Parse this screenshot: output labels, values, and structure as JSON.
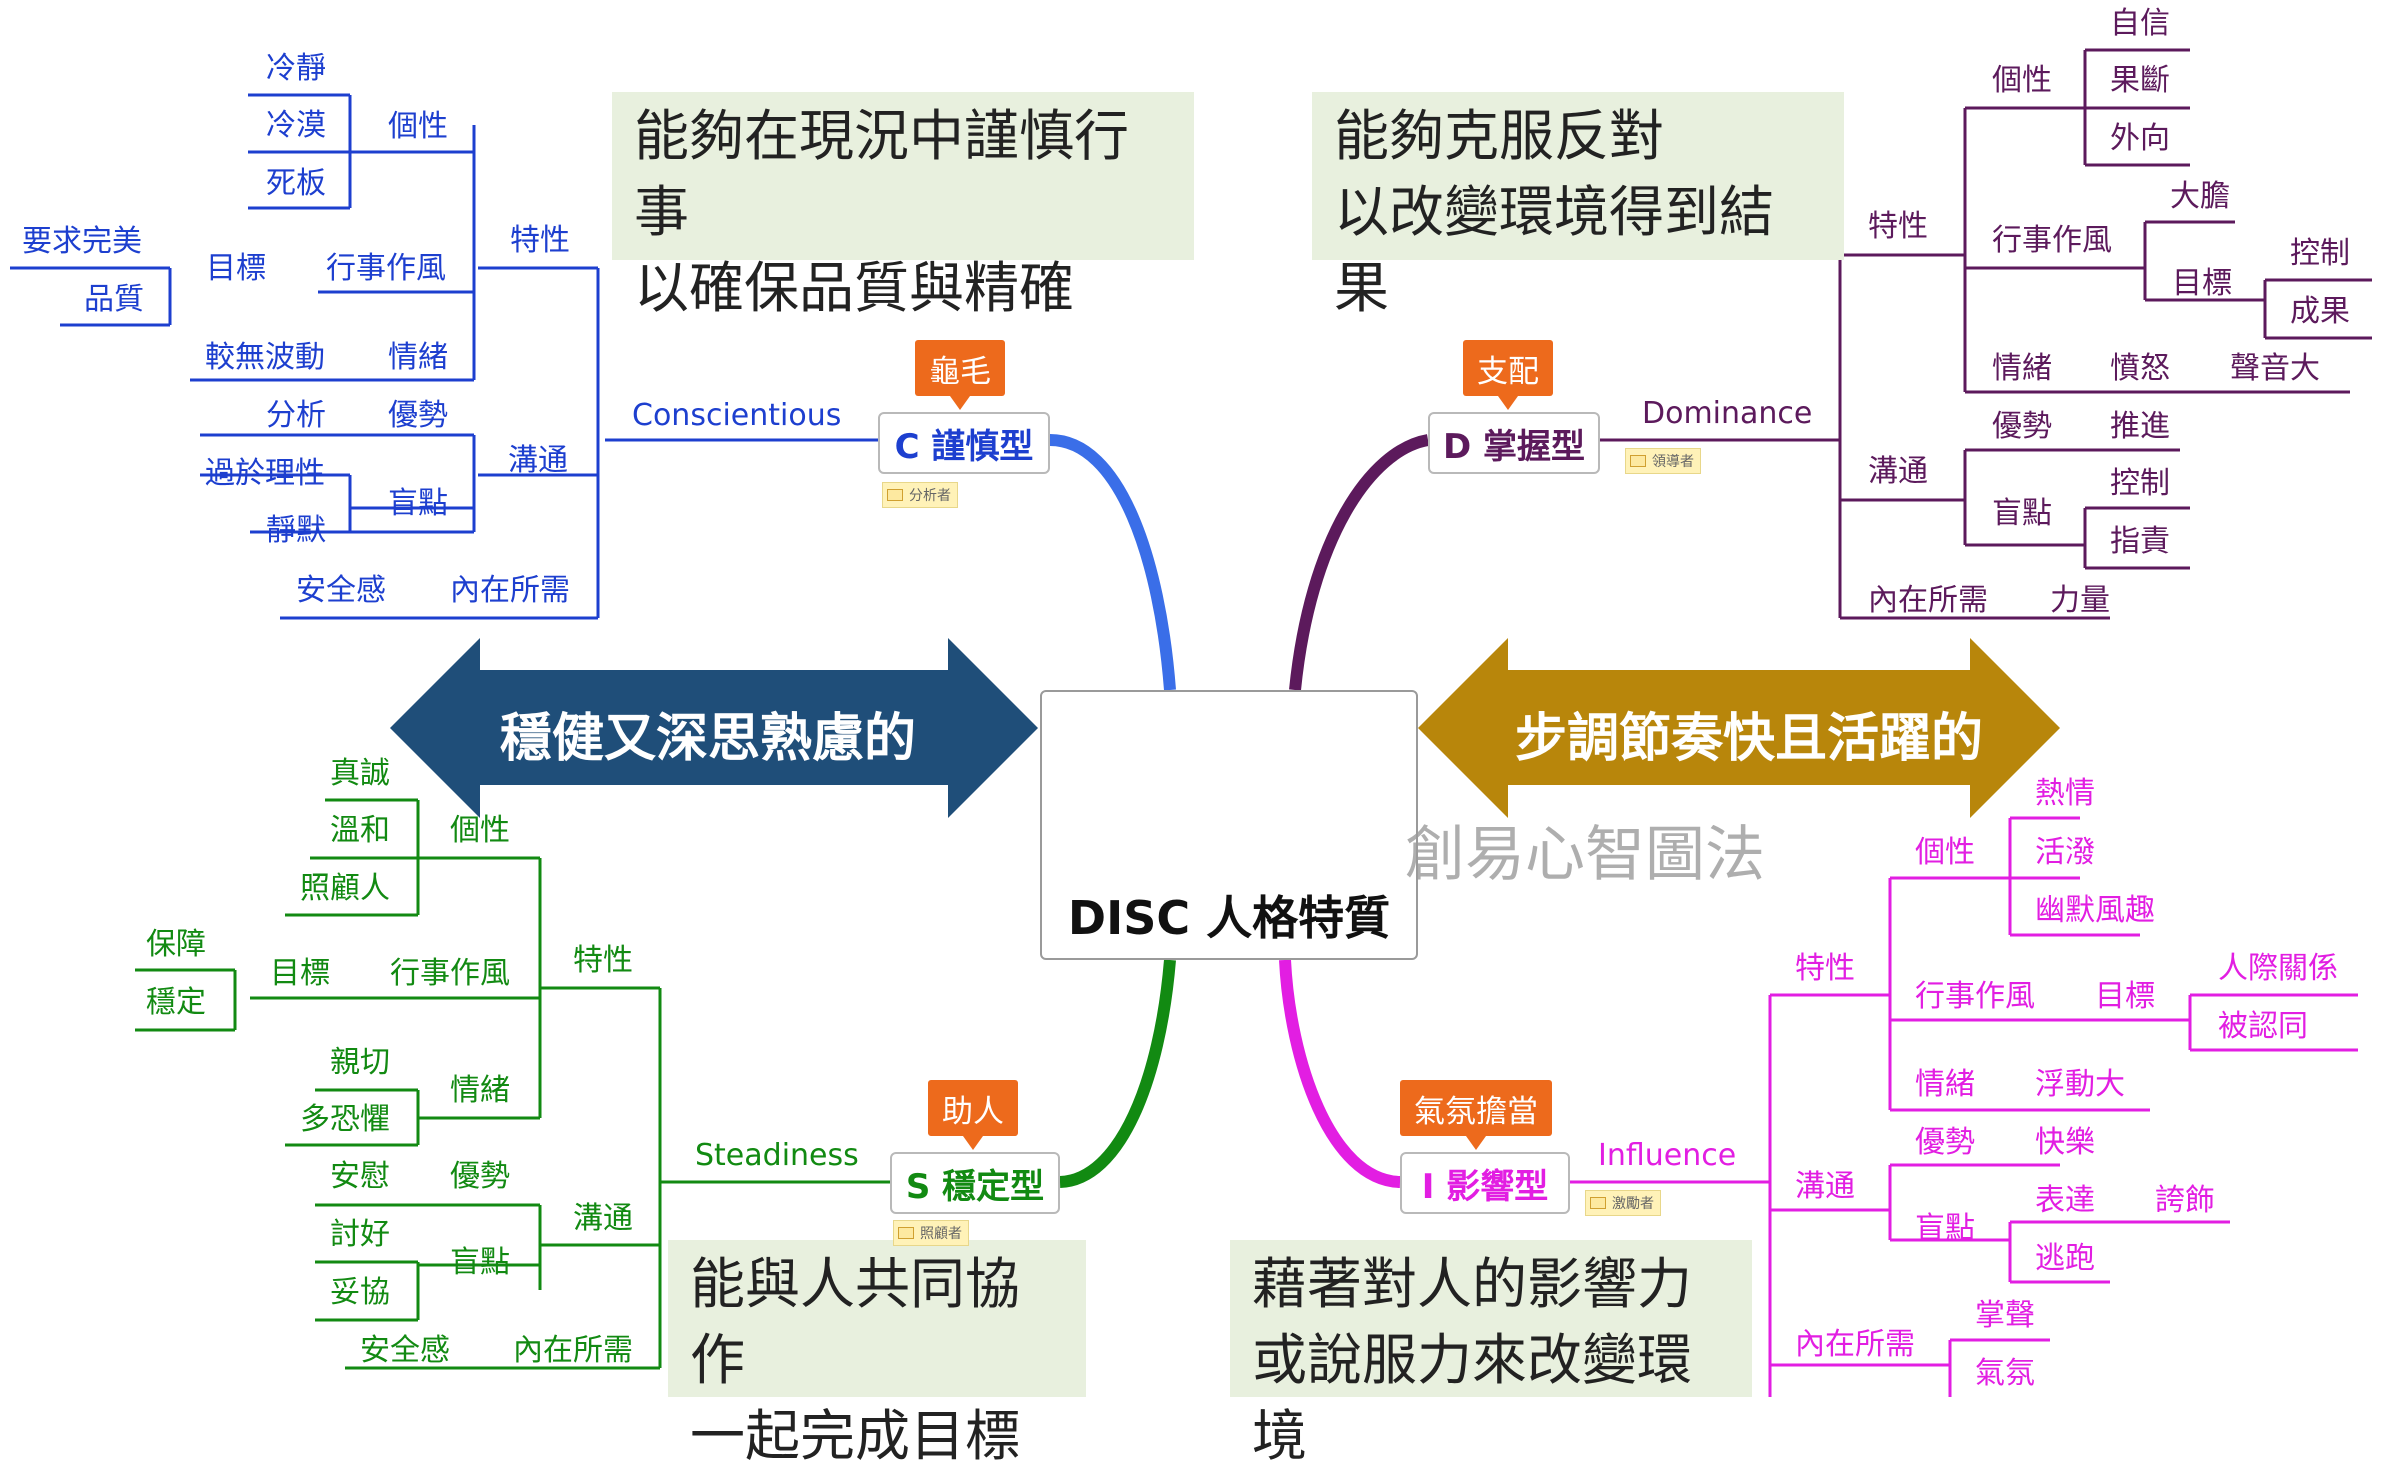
{
  "center": {
    "title": "DISC 人格特質"
  },
  "watermark": "創易心智圖法",
  "arrows": {
    "left": "穩健又深思熟慮的",
    "right": "步調節奏快且活躍的"
  },
  "notes": {
    "top_left": [
      "能夠在現況中謹慎行事",
      "以確保品質與精確"
    ],
    "top_right": [
      "能夠克服反對",
      "以改變環境得到結果"
    ],
    "bottom_left": [
      "能與人共同協作",
      "一起完成目標"
    ],
    "bottom_right": [
      "藉著對人的影響力",
      "或說服力來改變環境"
    ]
  },
  "types": {
    "C": {
      "label": "C 謹慎型",
      "callout": "龜毛",
      "tag": "分析者",
      "english": "Conscientious",
      "traits": "特性",
      "personality": "個性",
      "p1": "冷靜",
      "p2": "冷漠",
      "p3": "死板",
      "style": "行事作風",
      "goal": "目標",
      "g1": "要求完美",
      "g2": "品質",
      "emotion": "情緒",
      "emotion_v": "較無波動",
      "comm": "溝通",
      "strength": "優勢",
      "strength_v": "分析",
      "blind": "盲點",
      "b1": "過於理性",
      "b2": "靜默",
      "need": "內在所需",
      "need_v": "安全感"
    },
    "D": {
      "label": "D 掌握型",
      "callout": "支配",
      "tag": "領導者",
      "english": "Dominance",
      "traits": "特性",
      "personality": "個性",
      "p1": "自信",
      "p2": "果斷",
      "p3": "外向",
      "style": "行事作風",
      "style_v": "大膽",
      "goal": "目標",
      "g1": "控制",
      "g2": "成果",
      "emotion": "情緒",
      "emotion_v": "憤怒",
      "emotion_v2": "聲音大",
      "comm": "溝通",
      "strength": "優勢",
      "strength_v": "推進",
      "blind": "盲點",
      "b1": "控制",
      "b2": "指責",
      "need": "內在所需",
      "need_v": "力量"
    },
    "S": {
      "label": "S 穩定型",
      "callout": "助人",
      "tag": "照顧者",
      "english": "Steadiness",
      "traits": "特性",
      "personality": "個性",
      "p1": "真誠",
      "p2": "溫和",
      "p3": "照顧人",
      "style": "行事作風",
      "goal": "目標",
      "g1": "保障",
      "g2": "穩定",
      "emotion": "情緒",
      "e1": "親切",
      "e2": "多恐懼",
      "comm": "溝通",
      "strength": "優勢",
      "strength_v": "安慰",
      "blind": "盲點",
      "b1": "討好",
      "b2": "妥協",
      "need": "內在所需",
      "need_v": "安全感"
    },
    "I": {
      "label": "I 影響型",
      "callout": "氣氛擔當",
      "tag": "激勵者",
      "english": "Influence",
      "traits": "特性",
      "personality": "個性",
      "p1": "熱情",
      "p2": "活潑",
      "p3": "幽默風趣",
      "style": "行事作風",
      "goal": "目標",
      "g1": "人際關係",
      "g2": "被認同",
      "emotion": "情緒",
      "emotion_v": "浮動大",
      "comm": "溝通",
      "strength": "優勢",
      "strength_v": "快樂",
      "blind": "盲點",
      "b1": "表達",
      "b1v": "誇飾",
      "b2": "逃跑",
      "need": "內在所需",
      "n1": "掌聲",
      "n2": "氣氛"
    }
  },
  "colors": {
    "C": "#1d3fcf",
    "D": "#5c1a5c",
    "S": "#128a12",
    "I": "#e21ee2",
    "arrow_left": "#1f4e79",
    "arrow_right": "#b8860b",
    "callout": "#ed6a1c",
    "note_bg": "#e8f0de"
  }
}
